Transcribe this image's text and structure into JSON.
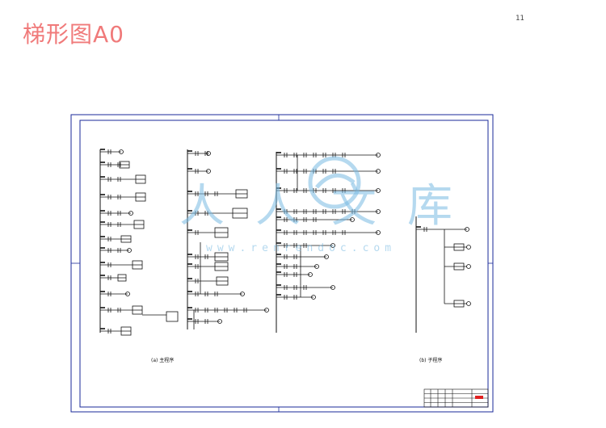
{
  "slide": {
    "title": "梯形图A0",
    "page_number": "11"
  },
  "diagram": {
    "caption_main": "(a) 主程序",
    "caption_sub": "(b) 子程序"
  },
  "watermark": {
    "text": "人人文库",
    "url": "www.renrendoc.com"
  },
  "colors": {
    "title": "#f07a7a",
    "frame": "#1a2a9a",
    "ladder": "#111111",
    "watermark": "#78b9e1",
    "stamp": "#e02020"
  }
}
